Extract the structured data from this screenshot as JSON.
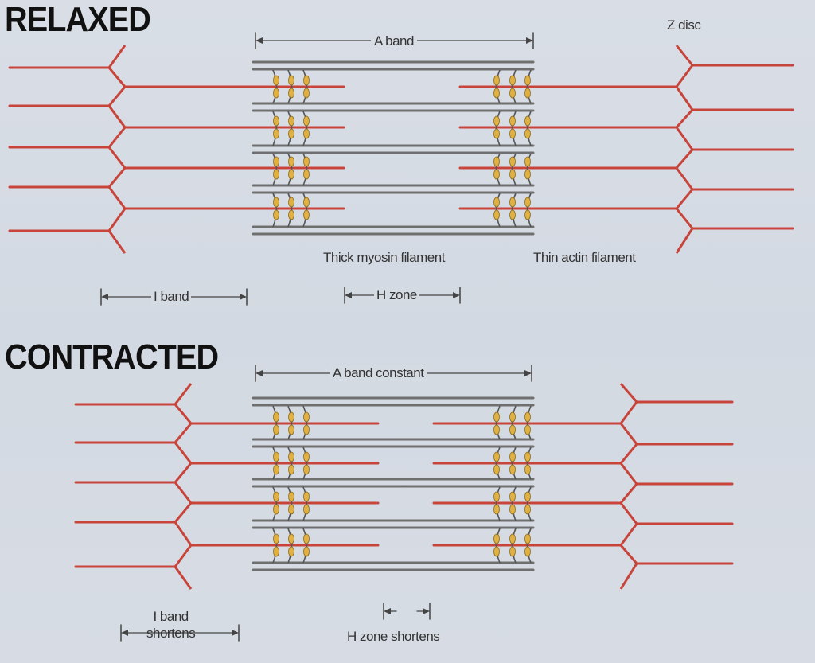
{
  "relaxed": {
    "title": "RELAXED",
    "a_band": "A band",
    "z_disc": "Z disc",
    "thick": "Thick myosin filament",
    "thin": "Thin actin filament",
    "i_band": "I band",
    "h_zone": "H zone"
  },
  "contracted": {
    "title": "CONTRACTED",
    "a_band": "A band constant",
    "i_band_1": "I band",
    "i_band_2": "shortens",
    "h_zone": "H zone shortens"
  },
  "colors": {
    "actin": "#c8443a",
    "myosin": "#6f6f6f",
    "head": "#e0b040",
    "text": "#333333"
  }
}
